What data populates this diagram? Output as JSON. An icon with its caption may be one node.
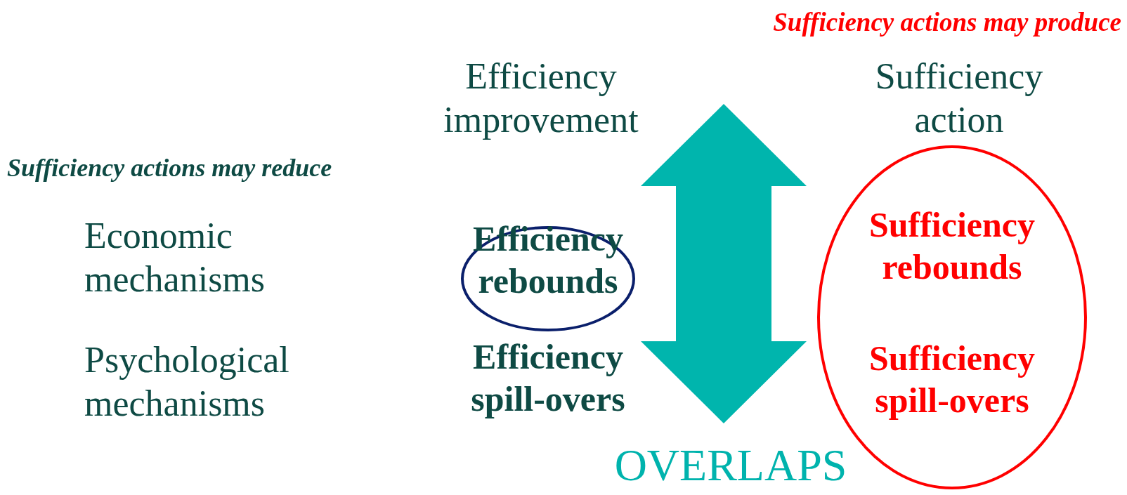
{
  "diagram": {
    "nodes": [
      {
        "text": [
          "Efficiency rebounds"
        ]
      },
      {
        "text": [
          "Sufficiency rebounds",
          "Sufficiency spill-overs"
        ]
      }
    ],
    "edges": [],
    "labels": [
      "Sufficiency actions may produce",
      "Efficiency improvement",
      "Sufficiency action",
      "Sufficiency actions may reduce",
      "Economic mechanisms",
      "Psychological mechanisms",
      "Efficiency spill-overs",
      "OVERLAPS"
    ]
  }
}
